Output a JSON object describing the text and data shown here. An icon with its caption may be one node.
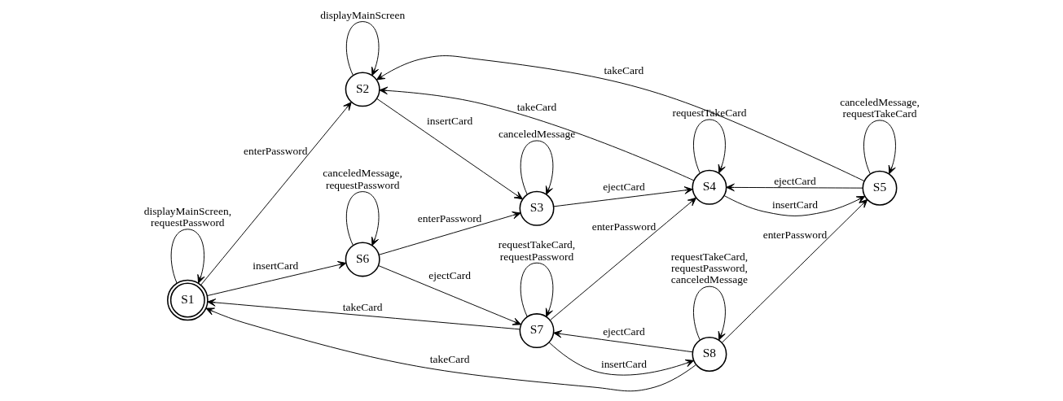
{
  "diagram": {
    "nodes": [
      {
        "text": [
          "S1"
        ]
      },
      {
        "text": [
          "S2"
        ]
      },
      {
        "text": [
          "S6"
        ]
      },
      {
        "text": [
          "S3"
        ]
      },
      {
        "text": [
          "S7"
        ]
      },
      {
        "text": [
          "S4"
        ]
      },
      {
        "text": [
          "S8"
        ]
      },
      {
        "text": [
          "S5"
        ]
      }
    ],
    "edges": [
      {
        "from": 0,
        "to": 0,
        "arrow": "to",
        "label": "displayMainScreen, requestPassword"
      },
      {
        "from": 0,
        "to": 1,
        "arrow": "to",
        "label": "enterPassword"
      },
      {
        "from": 1,
        "to": 1,
        "arrow": "to",
        "label": "displayMainScreen"
      },
      {
        "from": 0,
        "to": 2,
        "arrow": "to",
        "label": "insertCard"
      },
      {
        "from": 2,
        "to": 2,
        "arrow": "to",
        "label": "canceledMessage, requestPassword"
      },
      {
        "from": 1,
        "to": 3,
        "arrow": "to",
        "label": "insertCard"
      },
      {
        "from": 3,
        "to": 3,
        "arrow": "to",
        "label": "canceledMessage"
      },
      {
        "from": 2,
        "to": 3,
        "arrow": "to",
        "label": "enterPassword"
      },
      {
        "from": 2,
        "to": 4,
        "arrow": "to",
        "label": "ejectCard"
      },
      {
        "from": 4,
        "to": 4,
        "arrow": "to",
        "label": "requestTakeCard, requestPassword"
      },
      {
        "from": 4,
        "to": 0,
        "arrow": "to",
        "label": "takeCard"
      },
      {
        "from": 3,
        "to": 5,
        "arrow": "to",
        "label": "ejectCard"
      },
      {
        "from": 5,
        "to": 5,
        "arrow": "to",
        "label": "requestTakeCard"
      },
      {
        "from": 5,
        "to": 1,
        "arrow": "to",
        "label": "takeCard"
      },
      {
        "from": 4,
        "to": 5,
        "arrow": "to",
        "label": "enterPassword"
      },
      {
        "from": 6,
        "to": 4,
        "arrow": "to",
        "label": "ejectCard"
      },
      {
        "from": 4,
        "to": 6,
        "arrow": "to",
        "label": "insertCard"
      },
      {
        "from": 6,
        "to": 6,
        "arrow": "to",
        "label": "requestTakeCard, requestPassword, canceledMessage"
      },
      {
        "from": 6,
        "to": 0,
        "arrow": "to",
        "label": "takeCard"
      },
      {
        "from": 7,
        "to": 7,
        "arrow": "to",
        "label": "canceledMessage, requestTakeCard"
      },
      {
        "from": 7,
        "to": 5,
        "arrow": "to",
        "label": "ejectCard"
      },
      {
        "from": 5,
        "to": 7,
        "arrow": "to",
        "label": "insertCard"
      },
      {
        "from": 7,
        "to": 1,
        "arrow": "to",
        "label": "takeCard"
      },
      {
        "from": 6,
        "to": 7,
        "arrow": "to",
        "label": "enterPassword"
      }
    ]
  }
}
